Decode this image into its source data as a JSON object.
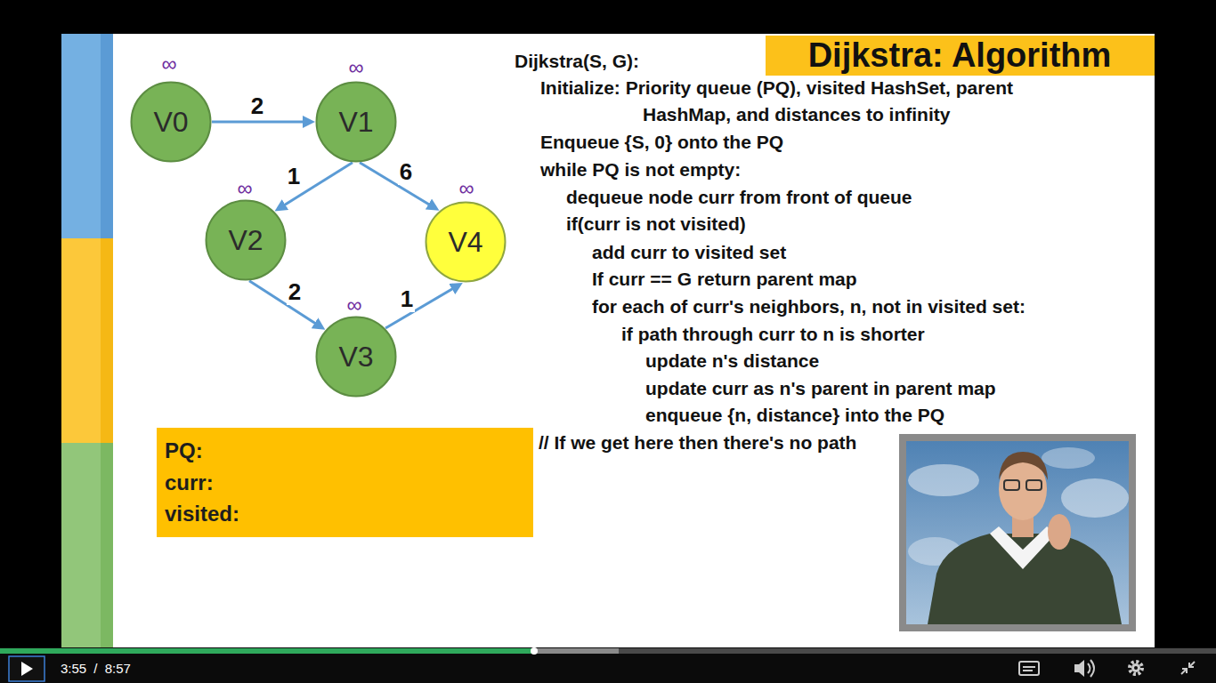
{
  "diagram": {
    "title": "Dijkstra: Algorithm",
    "nodes": [
      {
        "text": [
          "V0"
        ]
      },
      {
        "text": [
          "V1"
        ]
      },
      {
        "text": [
          "V2"
        ]
      },
      {
        "text": [
          "V4"
        ]
      },
      {
        "text": [
          "V3"
        ]
      },
      {
        "text": [
          "PQ:",
          "curr:",
          "visited:"
        ]
      }
    ],
    "edges": [
      {
        "from": 0,
        "to": 1,
        "arrow": "to",
        "label": "2"
      },
      {
        "from": 1,
        "to": 2,
        "arrow": "to",
        "label": "1"
      },
      {
        "from": 1,
        "to": 3,
        "arrow": "to",
        "label": "6"
      },
      {
        "from": 2,
        "to": 4,
        "arrow": "to",
        "label": "2"
      },
      {
        "from": 4,
        "to": 3,
        "arrow": "to",
        "label": "1"
      }
    ],
    "labels": [
      "∞",
      "∞",
      "∞",
      "∞",
      "∞",
      "Dijkstra(S, G):",
      "Initialize: Priority queue (PQ), visited HashSet, parent HashMap, and distances to infinity",
      "Enqueue {S, 0} onto the PQ",
      "while PQ is not empty:",
      "dequeue node curr from front of queue",
      "if(curr is not visited)",
      "add curr to visited set",
      "If curr == G return parent map",
      "for each of curr's neighbors, n, not in visited set:",
      "if path through curr to n is shorter",
      "update n's distance",
      "update curr as n's parent in parent map",
      "enqueue {n, distance} into the PQ",
      "// If we get here then there's no path",
      "3:55 / 8:57"
    ]
  }
}
